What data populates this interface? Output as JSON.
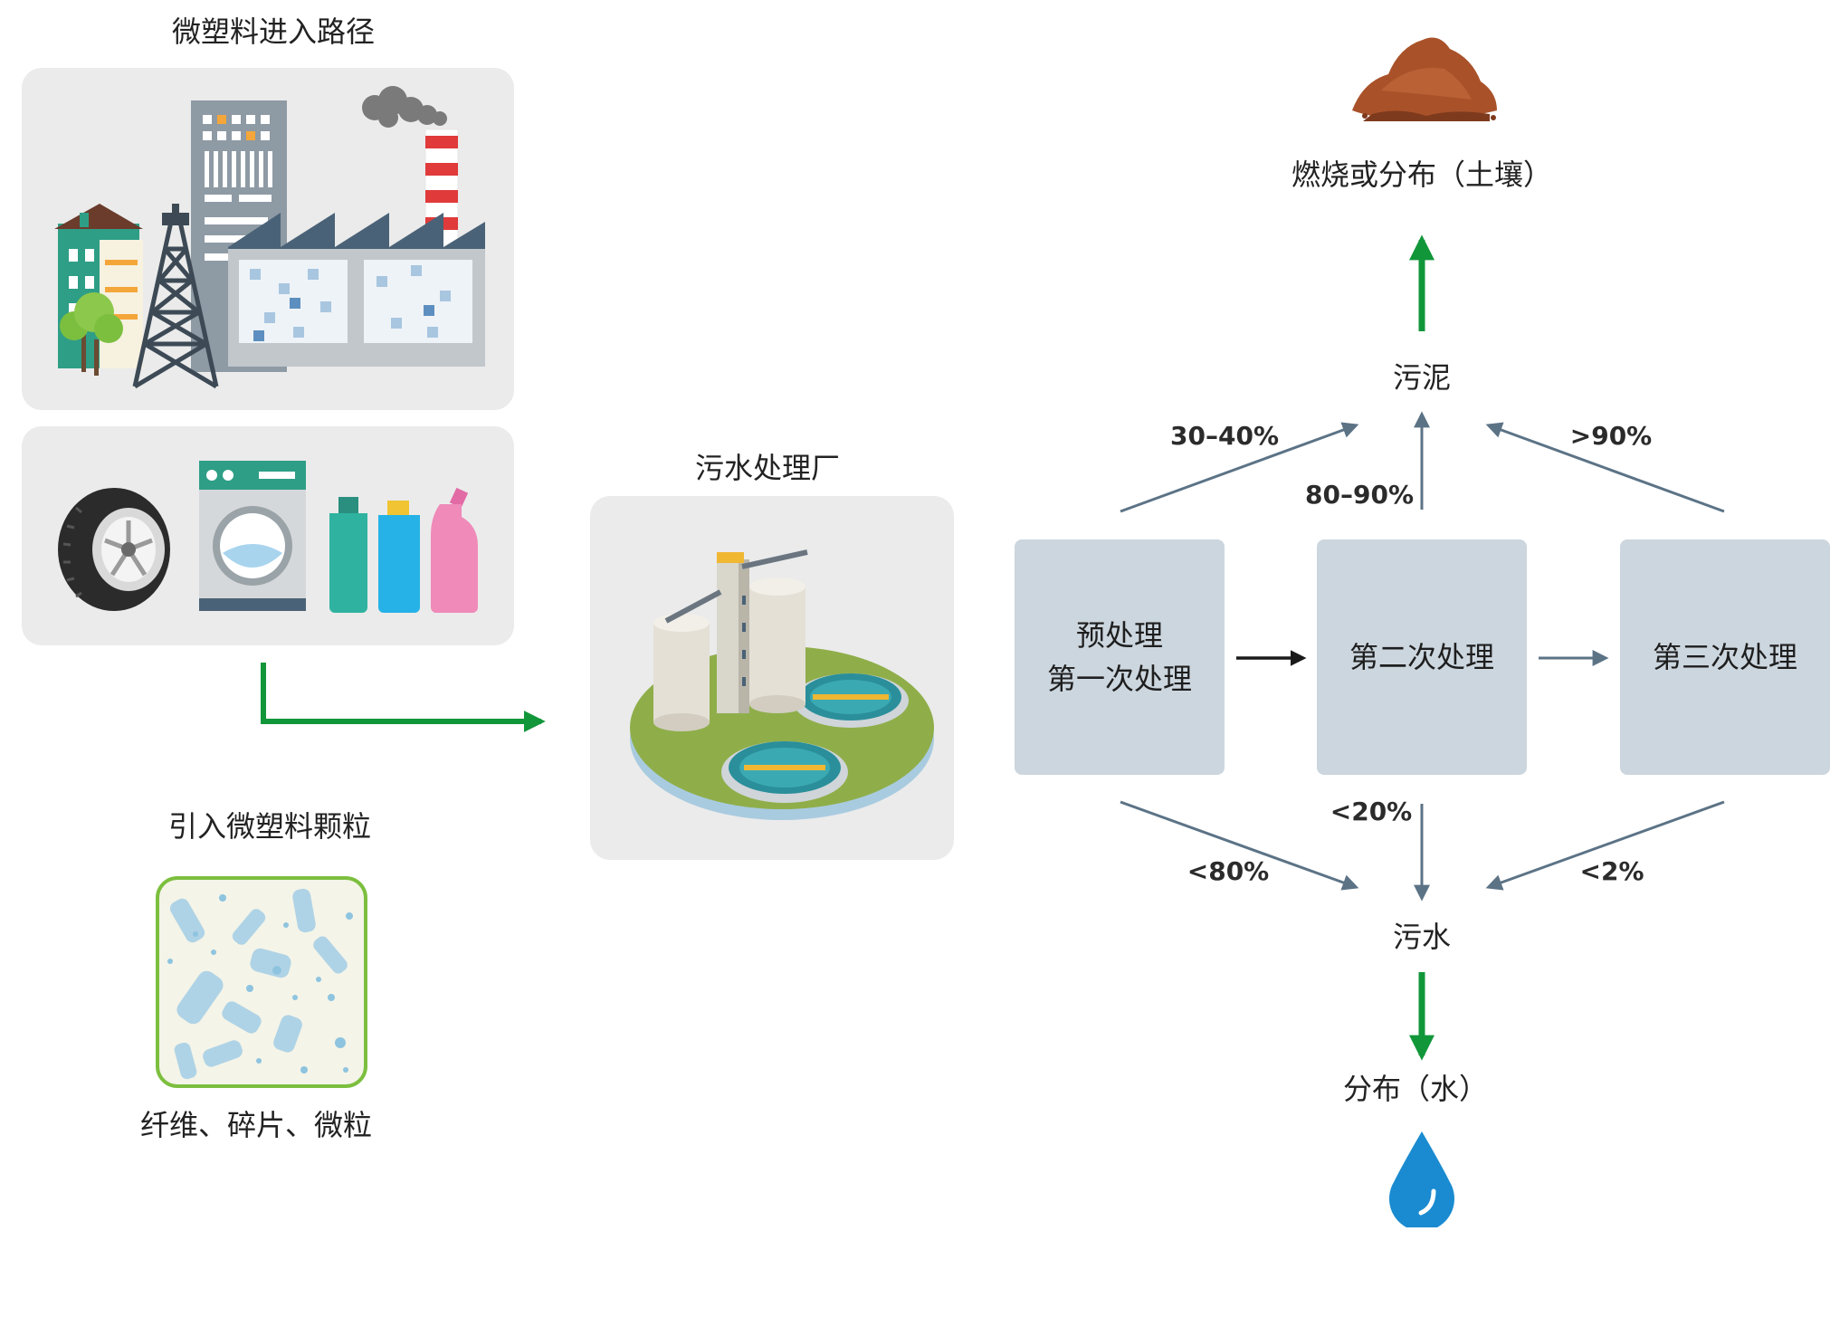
{
  "left": {
    "entry_title": "微塑料进入路径",
    "granules_title": "引入微塑料颗粒",
    "granules_caption": "纤维、碎片、微粒"
  },
  "plant": {
    "title": "污水处理厂"
  },
  "process": {
    "box1_line1": "预处理",
    "box1_line2": "第一次处理",
    "box2": "第二次处理",
    "box3": "第三次处理"
  },
  "outputs": {
    "sludge": "污泥",
    "sludge_fate": "燃烧或分布（土壤）",
    "wastewater": "污水",
    "water_fate": "分布（水）"
  },
  "percentages": {
    "box1_to_sludge": "30–40%",
    "box2_to_sludge": "80–90%",
    "box3_to_sludge": ">90%",
    "box1_to_wastewater": "<80%",
    "box2_to_wastewater": "<20%",
    "box3_to_wastewater": "<2%"
  },
  "colors": {
    "green_arrow": "#12963a",
    "gray_arrow": "#5c7386",
    "process_box": "#ccd6de",
    "panel": "#ebebeb",
    "granules_border": "#7cbf3f",
    "water_drop": "#1a8bd0",
    "soil": "#a9522a"
  },
  "icons": [
    "city-industry-icon",
    "tire-icon",
    "washing-machine-icon",
    "detergent-bottles-icon",
    "treatment-plant-icon",
    "microplastic-granules-icon",
    "soil-pile-icon",
    "water-drop-icon"
  ]
}
